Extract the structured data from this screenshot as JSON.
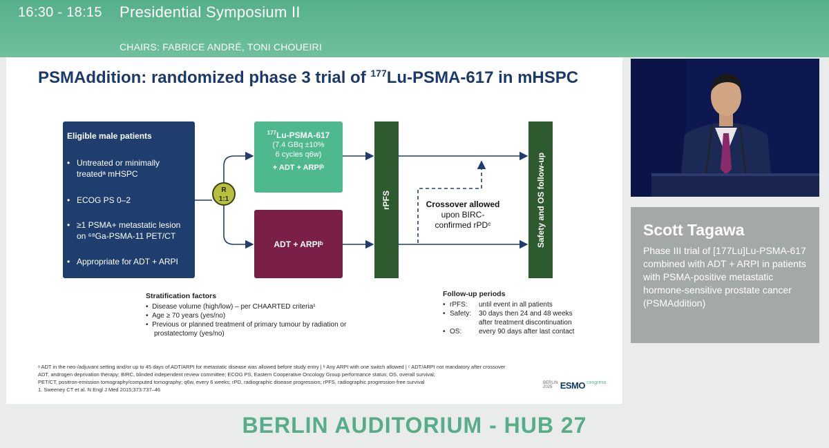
{
  "header": {
    "time": "16:30 - 18:15",
    "session": "Presidential Symposium II",
    "chairs": "CHAIRS: FABRICE ANDRÉ, TONI CHOUEIRI"
  },
  "slide": {
    "title_pre": "PSMAddition: randomized phase 3 trial of ",
    "title_sup": "177",
    "title_post": "Lu-PSMA-617 in mHSPC",
    "eligible": {
      "heading": "Eligible male patients",
      "items": [
        "Untreated or minimally",
        "treatedᵃ mHSPC",
        "ECOG PS 0–2",
        "≥1 PSMA+ metastatic lesion",
        "on ⁶⁸Ga-PSMA-11 PET/CT",
        "Appropriate for ADT + ARPI"
      ]
    },
    "randomization": {
      "line1": "R",
      "line2": "1:1"
    },
    "arm1": {
      "sup": "177",
      "drug": "Lu-PSMA-617",
      "dose": "(7.4 GBq ±10%",
      "cycles": "6 cycles q6w)",
      "combo": "+ ADT + ARPIᵇ"
    },
    "arm2": {
      "label": "ADT + ARPIᵇ"
    },
    "rpfs_label": "rPFS",
    "safety_label": "Safety and OS follow-up",
    "crossover": {
      "heading": "Crossover allowed",
      "line1": "upon BIRC-",
      "line2": "confirmed rPDᶜ"
    },
    "stratification": {
      "heading": "Stratification factors",
      "items": [
        "Disease volume (high/low) – per CHAARTED criteria¹",
        "Age ≥ 70 years (yes/no)",
        "Previous or planned treatment of primary tumour by radiation or prostatectomy (yes/no)"
      ]
    },
    "followup": {
      "heading": "Follow-up periods",
      "rows": [
        {
          "key": "rPFS:",
          "val": "until event in all patients"
        },
        {
          "key": "Safety:",
          "val": "30 days then 24 and 48 weeks after treatment discontinuation"
        },
        {
          "key": "OS:",
          "val": "every 90 days after last contact"
        }
      ]
    },
    "footnotes": [
      "ᵃ ADT in the neo-/adjuvant setting and/or up to 45 days of ADT/ARPI for metastatic disease was allowed before study entry | ᵇ Any ARPI with one switch allowed | ᶜ ADT/ARPI not mandatory after crossover",
      "ADT, androgen deprivation therapy; BIRC, blinded independent review committee; ECOG PS, Eastern Cooperative Oncology Group performance status; OS, overall survival;",
      "PET/CT, positron-emission tomography/computed tomography; q6w, every 6 weeks; rPD, radiographic disease progression; rPFS, radiographic progression-free survival",
      "1. Sweeney CT et al. N Engl J Med 2015;373:737–46"
    ],
    "logo": {
      "mini1": "BERLIN",
      "mini2": "2025",
      "name": "ESMO",
      "suffix": "congress"
    }
  },
  "speaker": {
    "name": "Scott Tagawa",
    "description": "Phase III trial of [177Lu]Lu-PSMA-617 combined with ADT + ARPI in patients with PSMA-positive metastatic hormone-sensitive prostate cancer (PSMAddition)"
  },
  "footer": {
    "location": "BERLIN AUDITORIUM - HUB 27"
  },
  "colors": {
    "brand_green": "#57ad89",
    "navy": "#1f3e6e",
    "arm1_green": "#4db98d",
    "arm2_maroon": "#7a1f47",
    "bar_green": "#2d5a2e"
  }
}
